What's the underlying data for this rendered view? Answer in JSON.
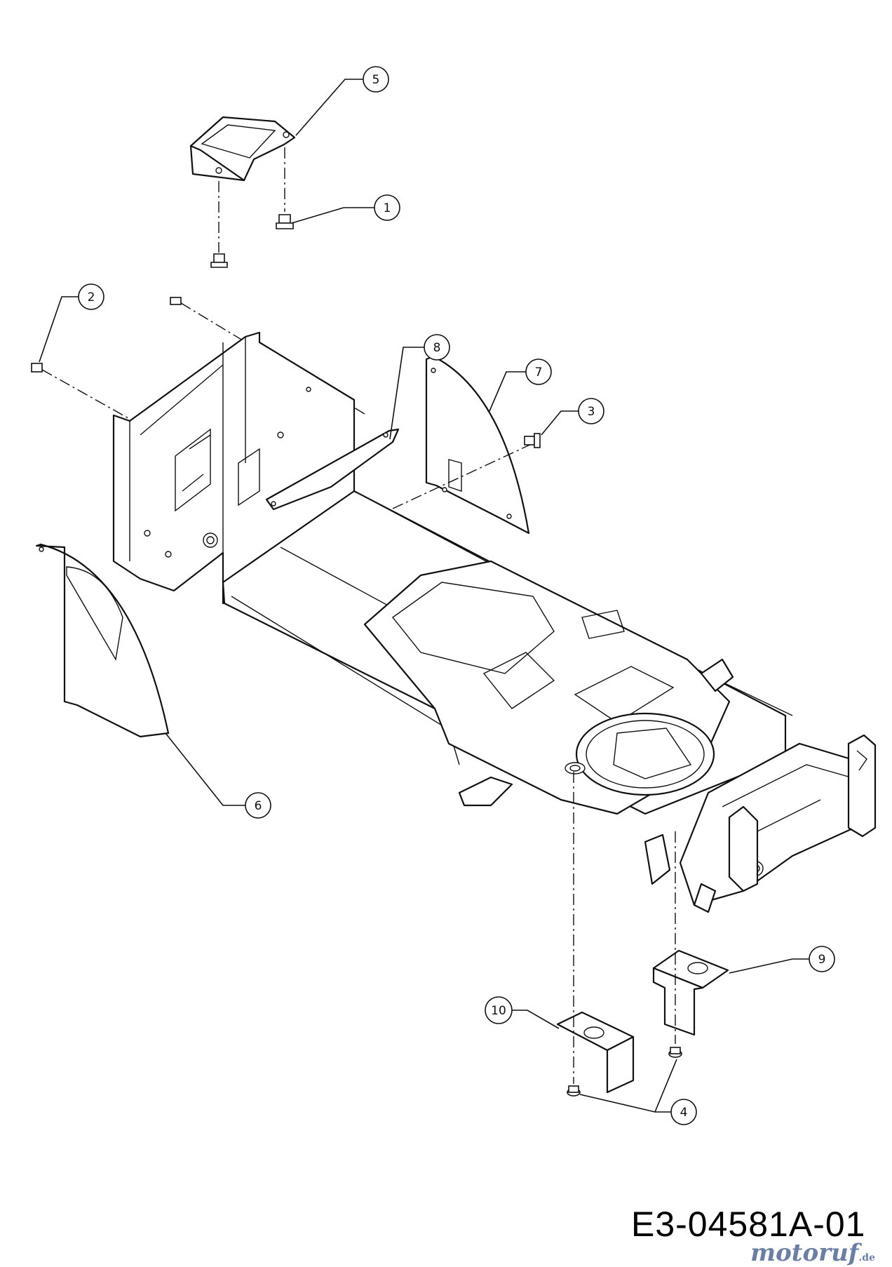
{
  "drawing_number": "E3-04581A-01",
  "brand": {
    "name": "motoruf",
    "suffix": ".de",
    "color": "#6b7ea8"
  },
  "callouts": [
    "1",
    "2",
    "3",
    "4",
    "5",
    "6",
    "7",
    "8",
    "9",
    "10"
  ]
}
